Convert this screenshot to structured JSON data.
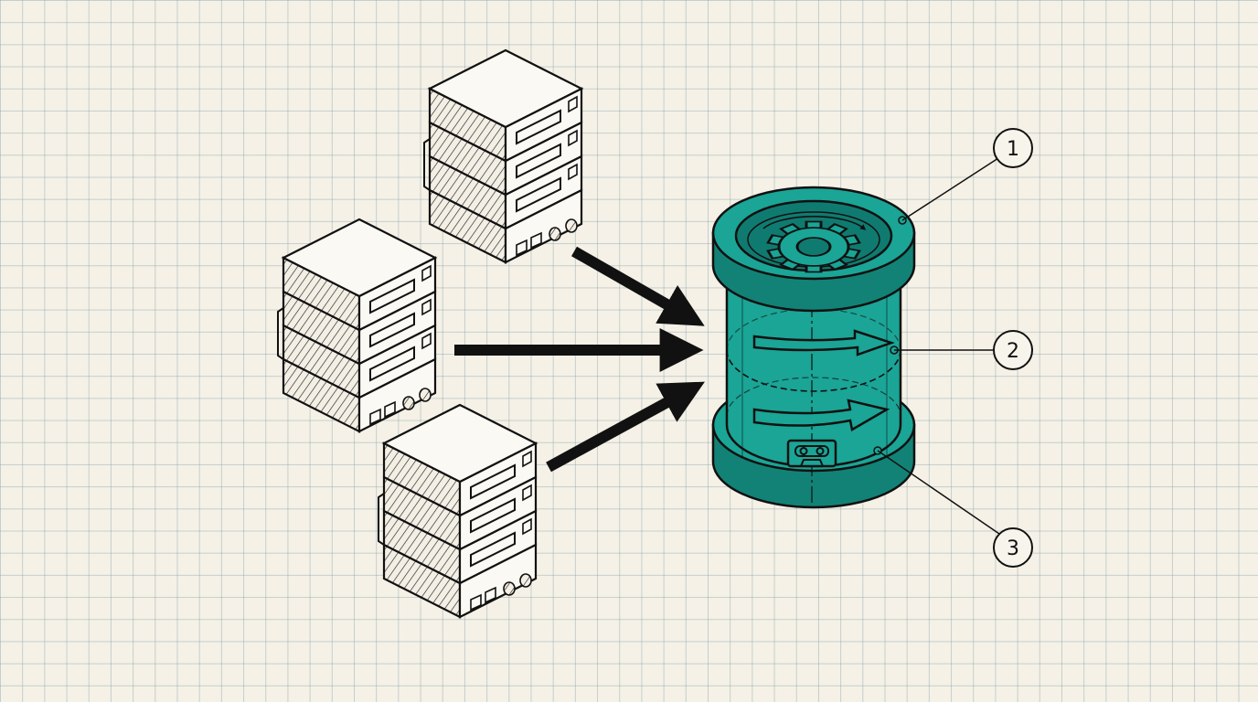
{
  "diagram": {
    "servers": [
      {
        "name": "server-stack-top",
        "units": 4
      },
      {
        "name": "server-stack-middle",
        "units": 4
      },
      {
        "name": "server-stack-bottom",
        "units": 4
      }
    ],
    "colors": {
      "line": "#111111",
      "paper": "#f5f1e6",
      "grid": "#8fa8b3",
      "server_face": "#fbf9f3",
      "cylinder_fill": "#1aa596",
      "cylinder_dark": "#128276",
      "cylinder_inner": "#0f7b70"
    },
    "icons": [
      "gear-icon",
      "arrow-right-icon",
      "cassette-tape-icon",
      "ethernet-port-icon"
    ],
    "callouts": [
      {
        "label": "1",
        "target": "top-rim"
      },
      {
        "label": "2",
        "target": "middle-section"
      },
      {
        "label": "3",
        "target": "bottom-section"
      }
    ]
  }
}
